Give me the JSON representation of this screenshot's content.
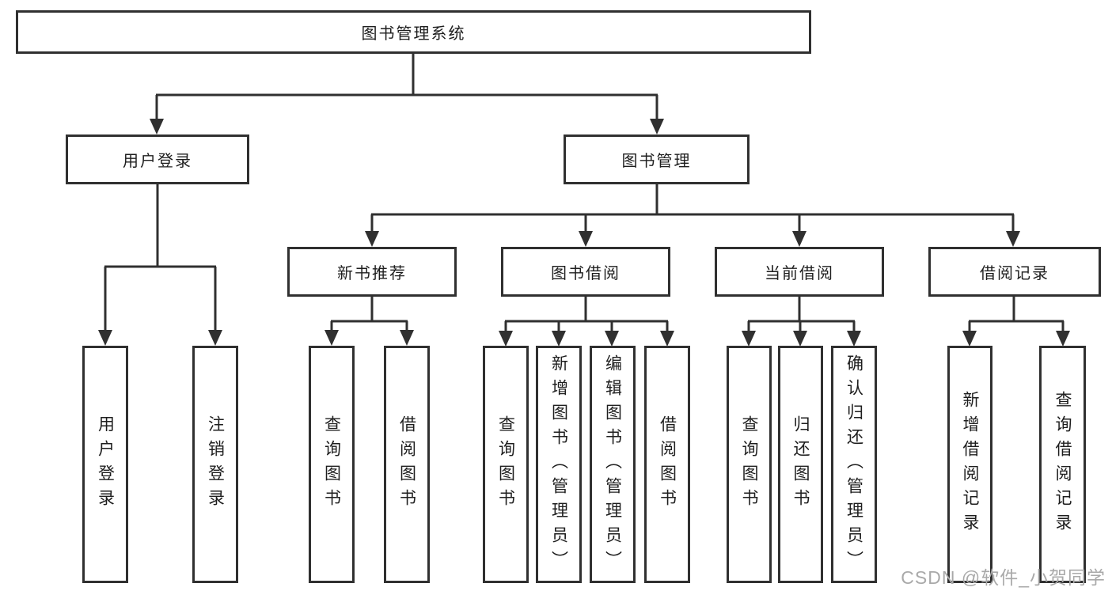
{
  "root": {
    "label": "图书管理系统"
  },
  "branches": [
    {
      "label": "用户登录",
      "children": [
        {
          "label": "用户登录"
        },
        {
          "label": "注销登录"
        }
      ]
    },
    {
      "label": "图书管理",
      "children": [
        {
          "label": "新书推荐",
          "children": [
            {
              "label": "查询图书"
            },
            {
              "label": "借阅图书"
            }
          ]
        },
        {
          "label": "图书借阅",
          "children": [
            {
              "label": "查询图书"
            },
            {
              "label": "新增图书（管理员）"
            },
            {
              "label": "编辑图书（管理员）"
            },
            {
              "label": "借阅图书"
            }
          ]
        },
        {
          "label": "当前借阅",
          "children": [
            {
              "label": "查询图书"
            },
            {
              "label": "归还图书"
            },
            {
              "label": "确认归还（管理员）"
            }
          ]
        },
        {
          "label": "借阅记录",
          "children": [
            {
              "label": "新增借阅记录"
            },
            {
              "label": "查询借阅记录"
            }
          ]
        }
      ]
    }
  ],
  "watermark": "CSDN @软件_小贺同学",
  "colors": {
    "line": "#303030",
    "text": "#1e1e1e",
    "box_background": "#ffffff",
    "watermark": "#a9a9a9",
    "page_background": "#ffffff"
  }
}
